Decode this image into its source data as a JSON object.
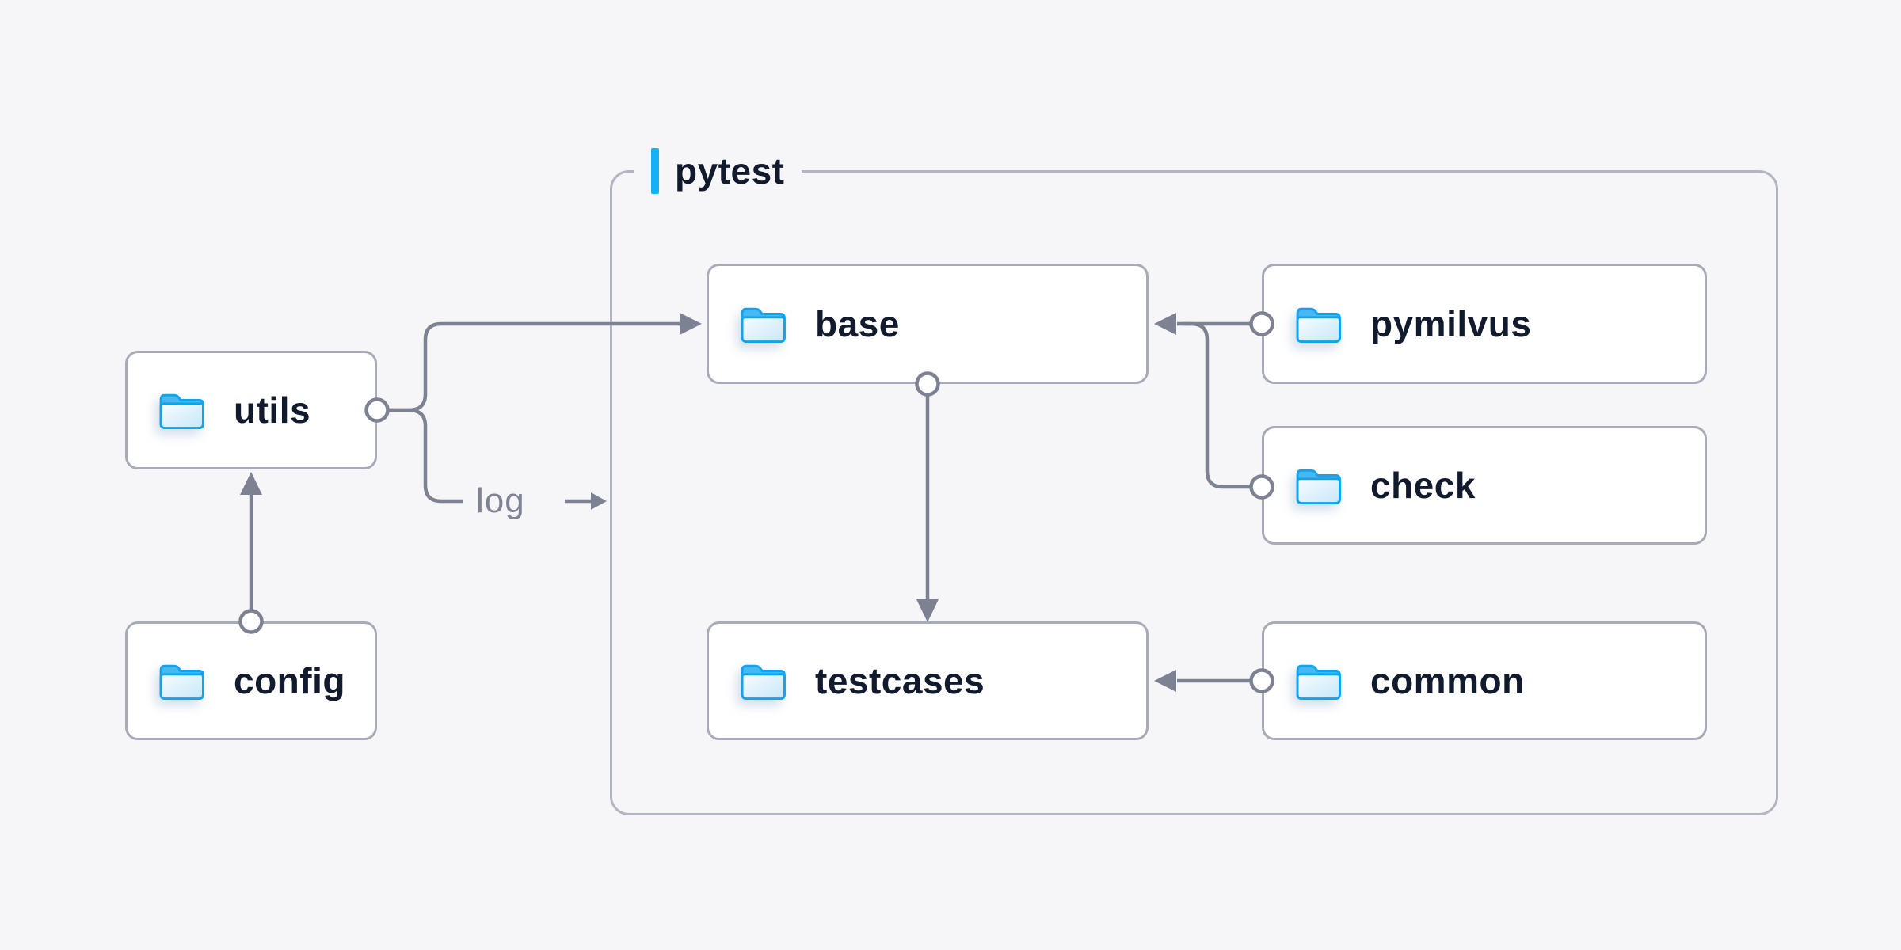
{
  "group": {
    "label": "pytest"
  },
  "nodes": [
    {
      "id": "utils",
      "label": "utils",
      "icon": "folder-icon"
    },
    {
      "id": "config",
      "label": "config",
      "icon": "folder-icon"
    },
    {
      "id": "base",
      "label": "base",
      "icon": "folder-icon"
    },
    {
      "id": "testcases",
      "label": "testcases",
      "icon": "folder-icon"
    },
    {
      "id": "pymilvus",
      "label": "pymilvus",
      "icon": "folder-icon"
    },
    {
      "id": "check",
      "label": "check",
      "icon": "folder-icon"
    },
    {
      "id": "common",
      "label": "common",
      "icon": "folder-icon"
    }
  ],
  "edges": [
    {
      "from": "config",
      "to": "utils"
    },
    {
      "from": "utils",
      "to": "base"
    },
    {
      "from": "utils",
      "to": "pytest",
      "label": "log"
    },
    {
      "from": "base",
      "to": "testcases"
    },
    {
      "from": "pymilvus",
      "to": "base"
    },
    {
      "from": "check",
      "to": "base"
    },
    {
      "from": "common",
      "to": "testcases"
    }
  ],
  "colors": {
    "background": "#f6f6f8",
    "node_fill": "#ffffff",
    "node_border": "#a7abb8",
    "group_border": "#b3b5c3",
    "label_text": "#111b2d",
    "accent_bar": "#14b1f5",
    "connector": "#7d8292",
    "log_text": "#7f8494",
    "folder_outline": "#12a3ec",
    "folder_tab": "#46b9f2"
  }
}
